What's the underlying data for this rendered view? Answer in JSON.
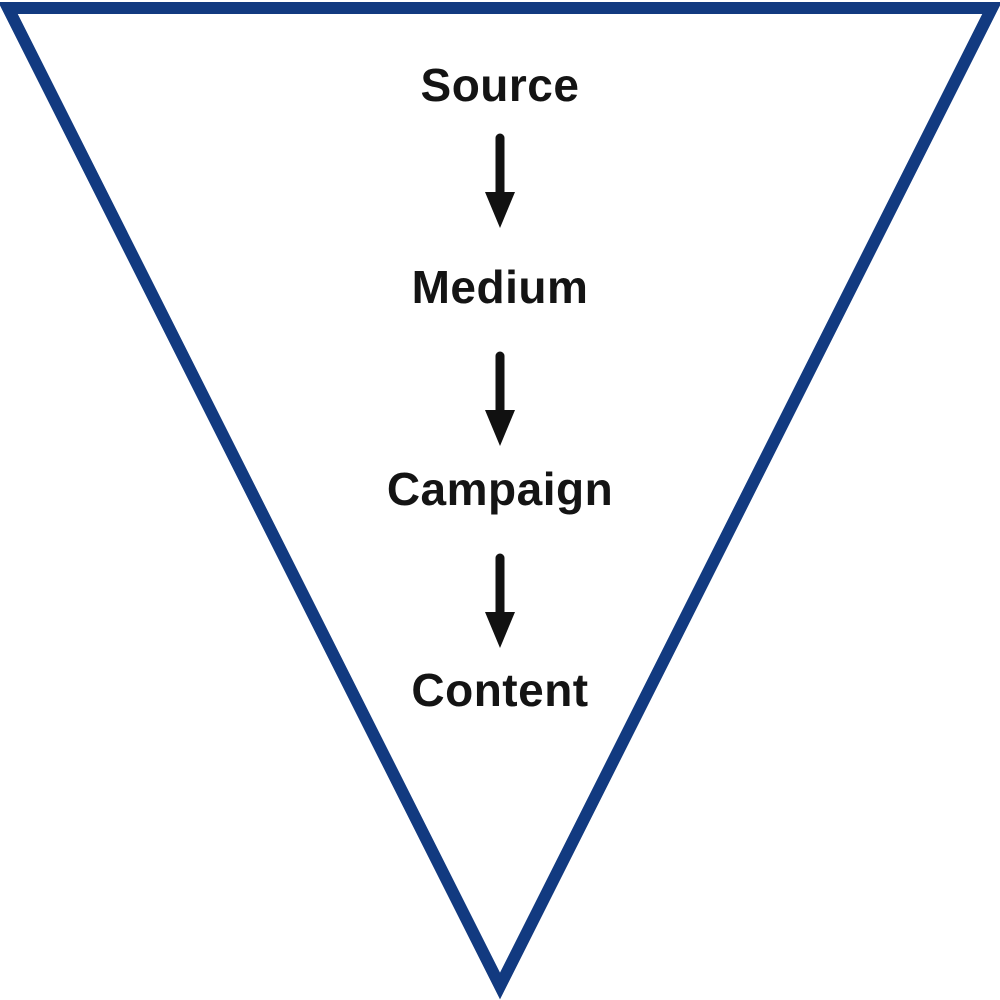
{
  "diagram": {
    "type": "inverted-funnel",
    "border_color": "#123a80",
    "text_color": "#141414",
    "arrow_color": "#111111",
    "levels": [
      {
        "label": "Source"
      },
      {
        "label": "Medium"
      },
      {
        "label": "Campaign"
      },
      {
        "label": "Content"
      }
    ]
  }
}
